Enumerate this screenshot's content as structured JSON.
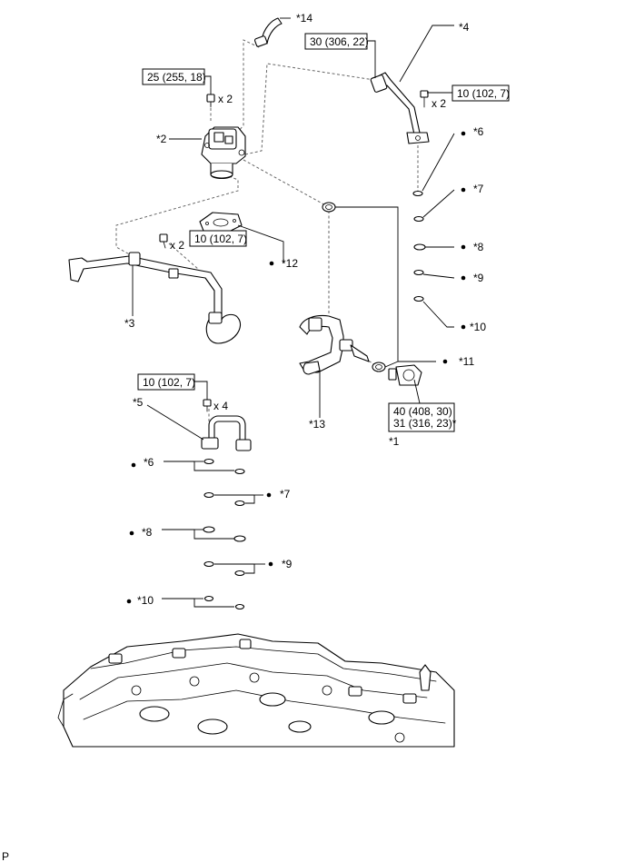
{
  "callouts": {
    "p1": "*1",
    "p2": "*2",
    "p3": "*3",
    "p4": "*4",
    "p5": "*5",
    "p6a": "*6",
    "p6b": "*6",
    "p7a": "*7",
    "p7b": "*7",
    "p8a": "*8",
    "p8b": "*8",
    "p9a": "*9",
    "p9b": "*9",
    "p10a": "*10",
    "p10b": "*10",
    "p11": "*11",
    "p12": "*12",
    "p13": "*13",
    "p14": "*14"
  },
  "torques": {
    "t25": "25 (255, 18)",
    "t30": "30 (306, 22)",
    "t10a": "10 (102, 7)",
    "t10b": "10 (102, 7)",
    "t10c": "10 (102, 7)",
    "t40": "40 (408, 30)",
    "t31": "31 (316, 23)*"
  },
  "quantities": {
    "q25": "x 2",
    "q10a": "x 2",
    "q10b": "x 2",
    "q10c": "x 4"
  },
  "corner_label": "P"
}
